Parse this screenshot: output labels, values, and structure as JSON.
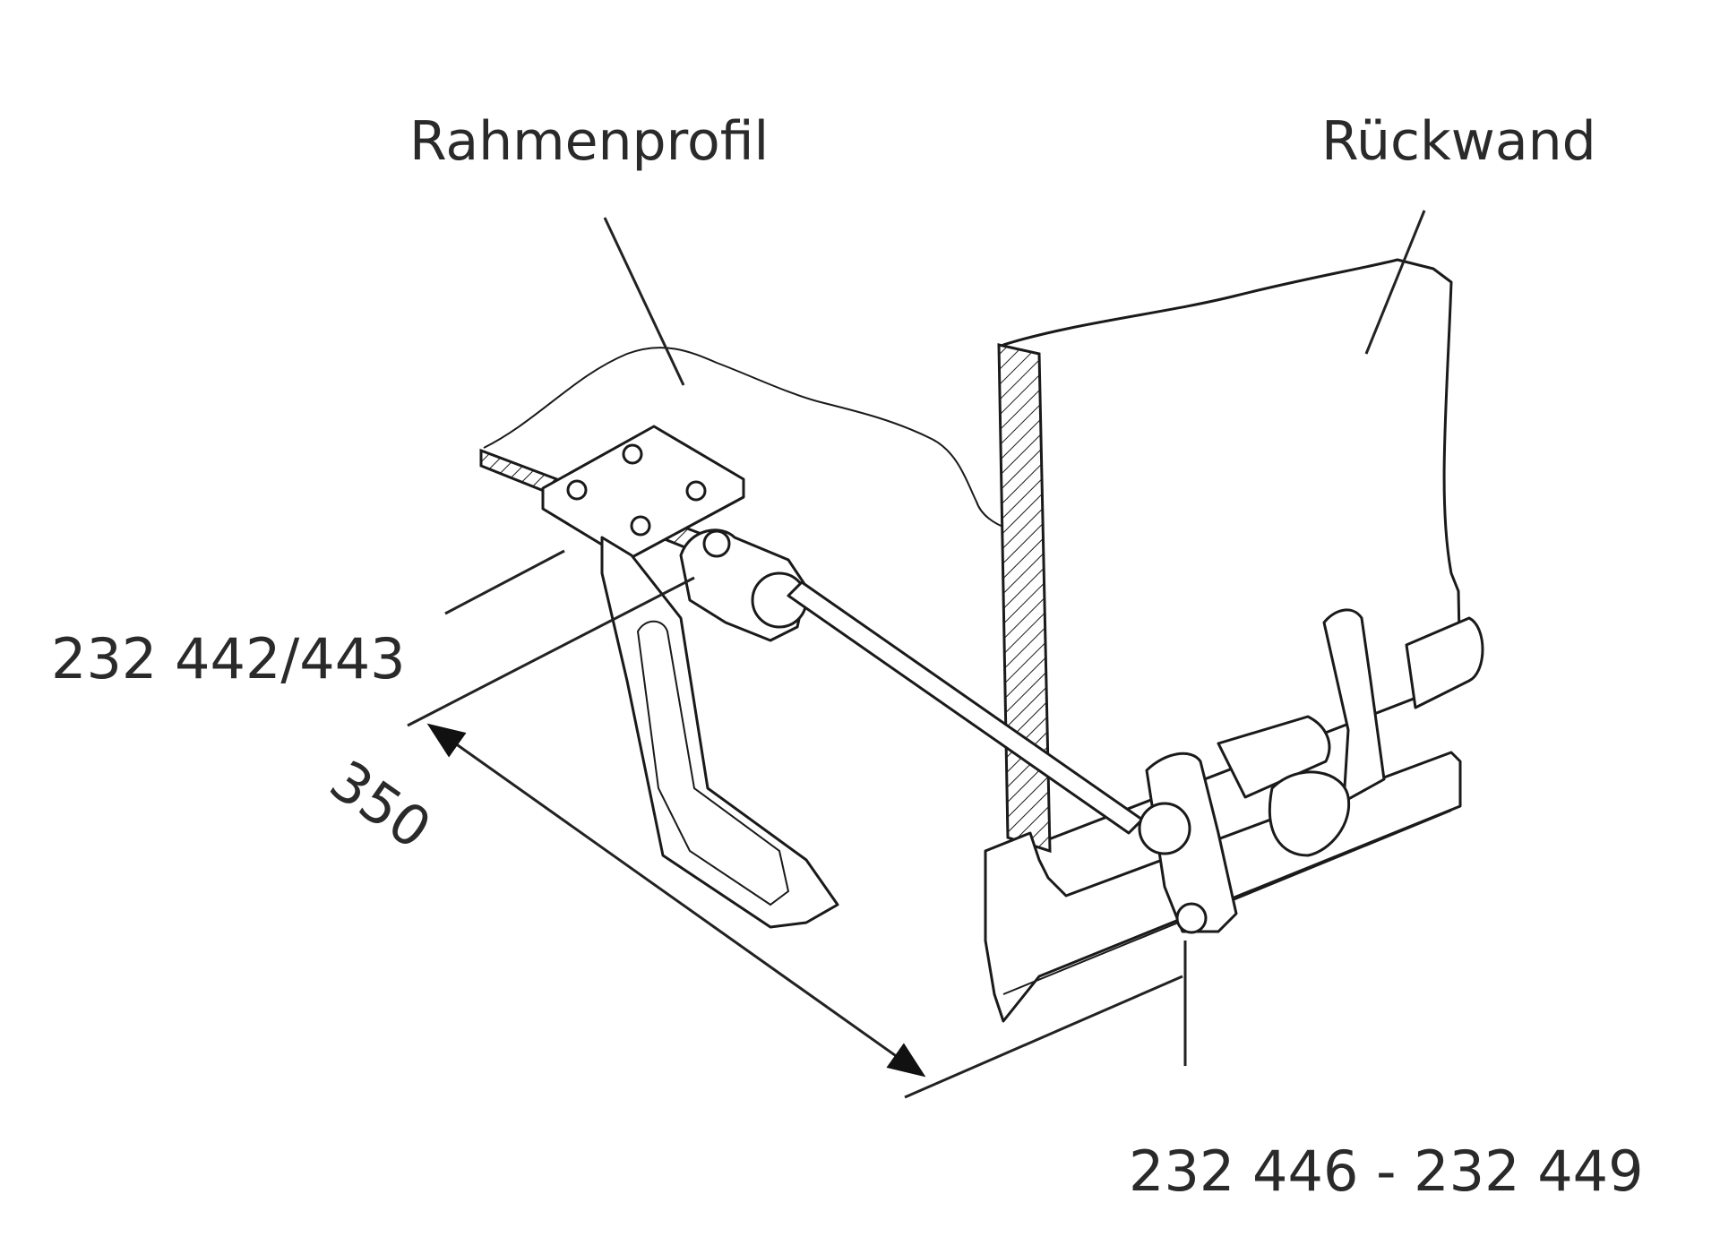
{
  "labels": {
    "frame_profile": "Rahmenprofil",
    "back_wall": "Rückwand",
    "bracket_part": "232 442/443",
    "lock_part": "232 446 - 232 449",
    "dimension": "350"
  }
}
